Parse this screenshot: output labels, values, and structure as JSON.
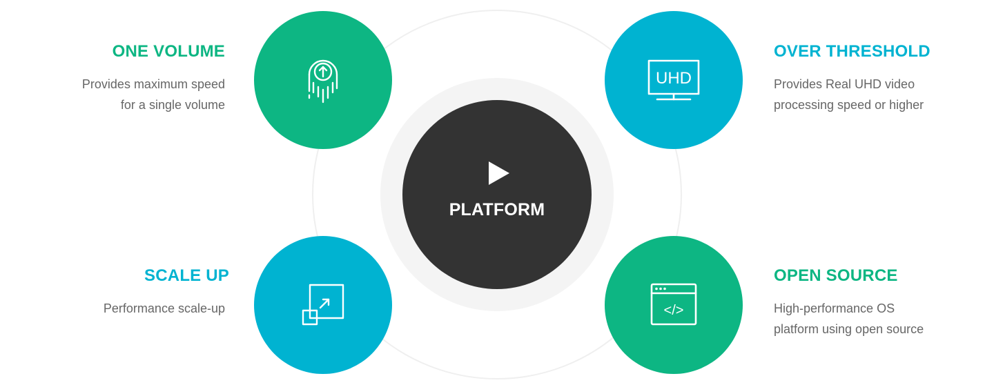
{
  "center": {
    "label": "PLATFORM",
    "icon": "play-icon"
  },
  "colors": {
    "green": "#0db683",
    "blue": "#00b3d1",
    "core": "#333333",
    "text_gray": "#666666"
  },
  "features": {
    "one_volume": {
      "title": "ONE VOLUME",
      "description": "Provides maximum speed\nfor a single volume",
      "icon": "speed-upload-icon",
      "color": "green"
    },
    "over_threshold": {
      "title": "OVER THRESHOLD",
      "description": "Provides Real UHD video\nprocessing speed or higher",
      "icon": "uhd-monitor-icon",
      "icon_text": "UHD",
      "color": "blue"
    },
    "scale_up": {
      "title": "SCALE UP",
      "description": "Performance scale-up",
      "icon": "scale-up-icon",
      "color": "blue"
    },
    "open_source": {
      "title": "OPEN SOURCE",
      "description": "High-performance OS\nplatform using open source",
      "icon": "code-window-icon",
      "icon_text": "</>",
      "color": "green"
    }
  }
}
